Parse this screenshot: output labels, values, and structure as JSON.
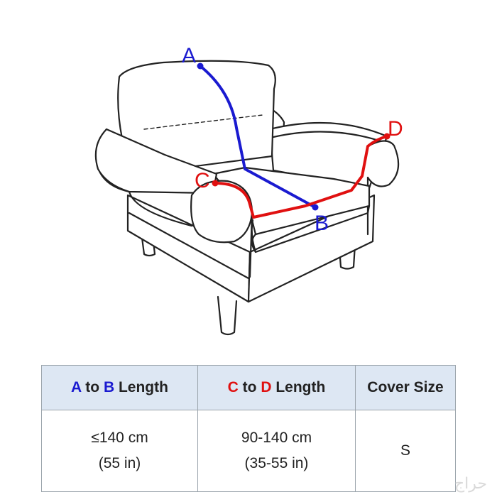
{
  "points": {
    "a": "A",
    "b": "B",
    "c": "C",
    "d": "D"
  },
  "colors": {
    "ab_line": "#1a1ad0",
    "cd_line": "#e01010",
    "header_bg": "#dde7f3"
  },
  "table": {
    "headers": [
      {
        "pt1": "A",
        "join": " to ",
        "pt2": "B",
        "suffix": " Length"
      },
      {
        "pt1": "C",
        "join": " to ",
        "pt2": "D",
        "suffix": " Length"
      },
      {
        "text": "Cover Size"
      }
    ],
    "row": {
      "ab_cm": "≤140 cm",
      "ab_in": "(55 in)",
      "cd_cm": "90-140 cm",
      "cd_in": "(35-55 in)",
      "size": "S"
    }
  },
  "watermark": "حراج"
}
